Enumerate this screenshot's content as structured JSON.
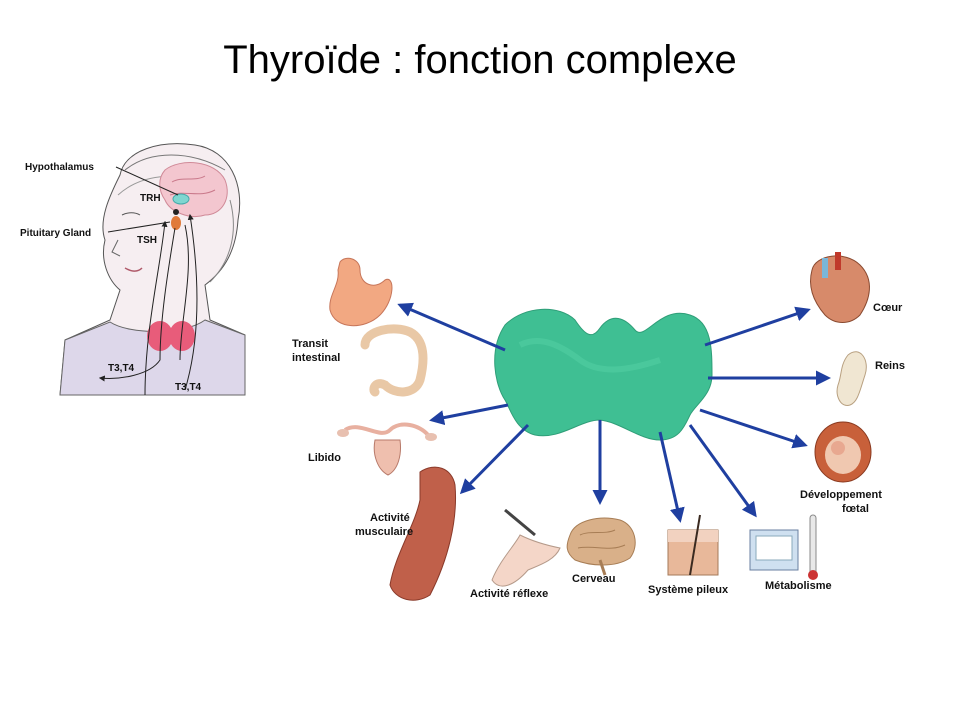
{
  "title": "Thyroïde : fonction complexe",
  "inset": {
    "labels": {
      "hypothalamus": "Hypothalamus",
      "pituitary": "Pituitary Gland",
      "trh": "TRH",
      "tsh": "TSH",
      "t3t4_left": "T3,T4",
      "t3t4_right": "T3,T4"
    }
  },
  "targets": {
    "transit_1": "Transit",
    "transit_2": "intestinal",
    "libido": "Libido",
    "muscle_1": "Activité",
    "muscle_2": "musculaire",
    "reflexe": "Activité réflexe",
    "cerveau": "Cerveau",
    "pileux": "Système pileux",
    "metabolisme": "Métabolisme",
    "developpement_1": "Développement",
    "developpement_2": "fœtal",
    "reins": "Reins",
    "coeur": "Cœur"
  },
  "colors": {
    "thyroid": "#3fbf93",
    "arrow": "#1f3fa0"
  }
}
